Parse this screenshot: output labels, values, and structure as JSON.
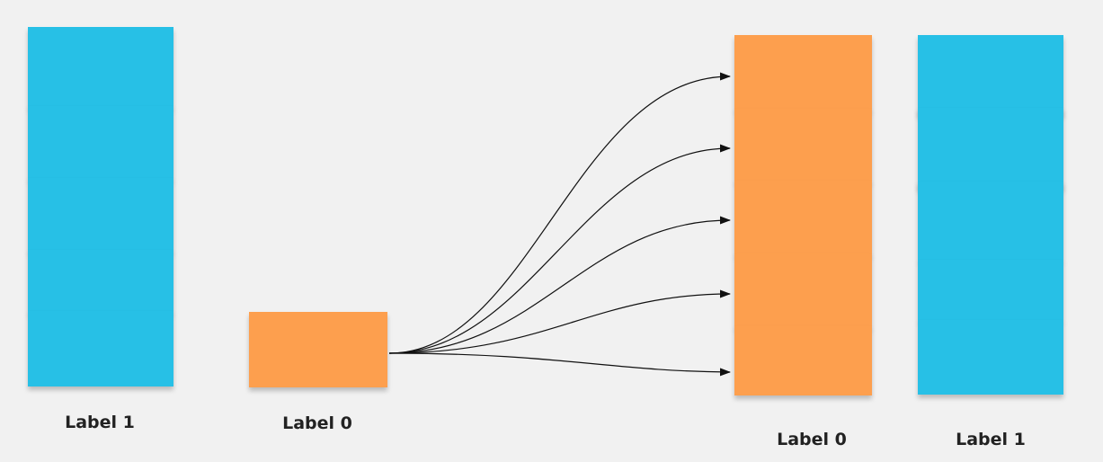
{
  "diagram": {
    "colors": {
      "background": "#f1f1f1",
      "blue_note": "#27c0e6",
      "orange_note": "#fd9f4e",
      "connector": "#111111"
    },
    "left_blue_stack": {
      "label": "Label 1",
      "note_count": 5
    },
    "single_orange_note": {
      "label": "Label 0"
    },
    "orange_stack": {
      "label": "Label 0",
      "note_count": 5
    },
    "right_blue_stack": {
      "label": "Label 1",
      "note_count": 5
    },
    "connectors": {
      "from": "single_orange_note",
      "to": "orange_stack",
      "count": 5
    }
  }
}
